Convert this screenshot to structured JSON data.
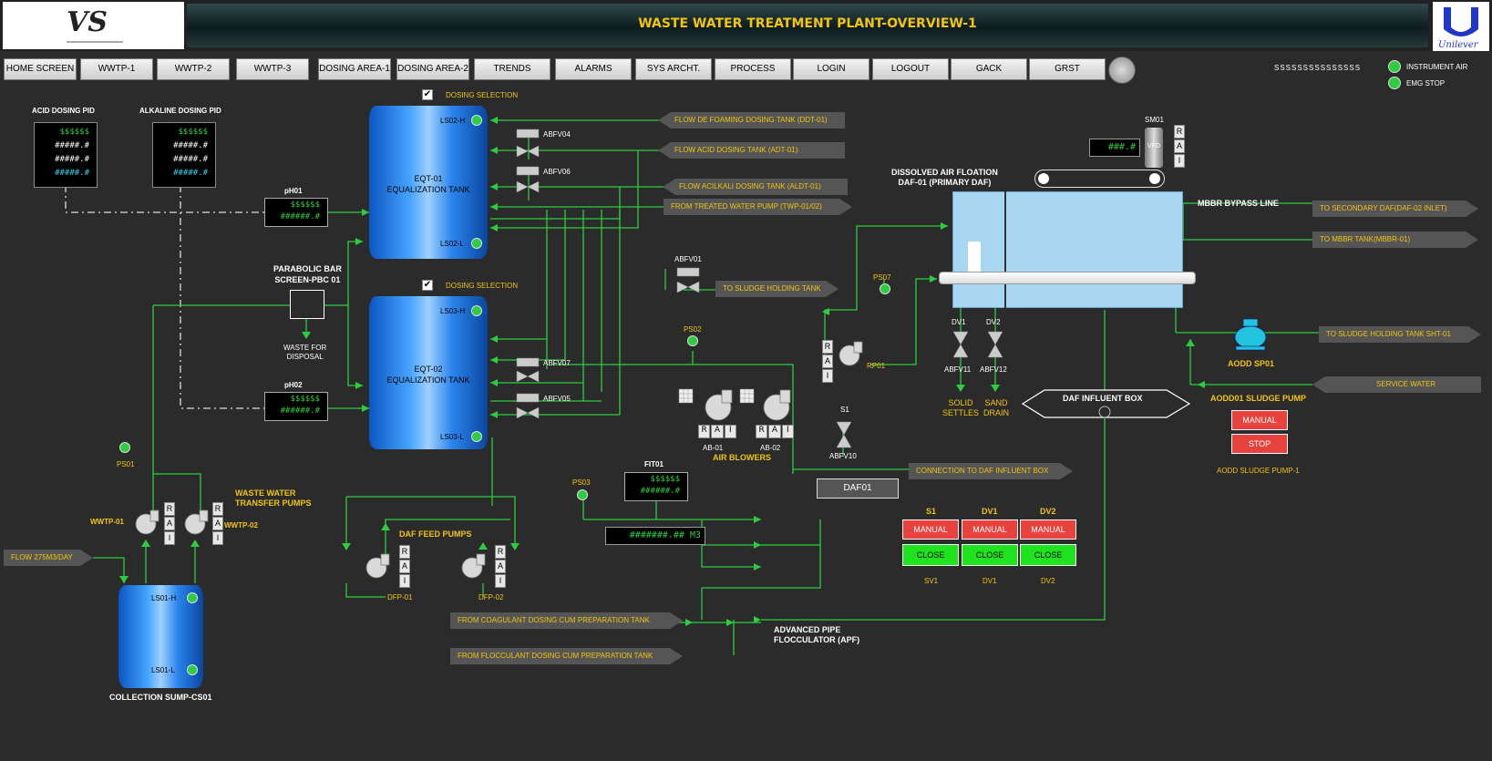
{
  "header": {
    "title": "WASTE WATER TREATMENT PLANT-OVERVIEW-1",
    "left_logo_text": "VS",
    "right_logo_text": "Unilever"
  },
  "nav": [
    {
      "label": "HOME SCREEN"
    },
    {
      "label": "WWTP-1"
    },
    {
      "label": "WWTP-2"
    },
    {
      "label": "WWTP-3"
    },
    {
      "label": "DOSING AREA-1"
    },
    {
      "label": "DOSING AREA-2"
    },
    {
      "label": "TRENDS"
    },
    {
      "label": "ALARMS"
    },
    {
      "label": "SYS ARCHT."
    },
    {
      "label": "PROCESS"
    },
    {
      "label": "LOGIN"
    },
    {
      "label": "LOGOUT"
    },
    {
      "label": "GACK"
    },
    {
      "label": "GRST"
    }
  ],
  "status": {
    "s_string": "SSSSSSSSSSSSSSS",
    "instrument_air": "INSTRUMENT AIR",
    "emg_stop": "EMG STOP"
  },
  "pid": {
    "acid_title": "ACID DOSING PID",
    "alkaline_title": "ALKALINE DOSING PID",
    "val_dollar": "$$$$$$",
    "val_hash": "#####.#"
  },
  "ph": {
    "ph01": "pH01",
    "ph02": "pH02",
    "dollar": "$$$$$$",
    "hash": "######.#"
  },
  "dosing_selection": "DOSING SELECTION",
  "tanks": {
    "eqt01": {
      "name": "EQT-01\nEQUALIZATION TANK",
      "h": "LS02-H",
      "l": "LS02-L"
    },
    "eqt02": {
      "name": "EQT-02\nEQUALIZATION TANK",
      "h": "LS03-H",
      "l": "LS03-L"
    },
    "sump": {
      "name": "COLLECTION SUMP-CS01",
      "h": "LS01-H",
      "l": "LS01-L"
    }
  },
  "valves": {
    "abfv04": "ABFV04",
    "abfv06": "ABFV06",
    "abfv07": "ABFV07",
    "abfv05": "ABFV05",
    "abfv01": "ABFV01",
    "abfv10": "ABFV10",
    "abfv11": "ABFV11",
    "abfv12": "ABFV12",
    "dv1": "DV1",
    "dv2": "DV2",
    "s1": "S1"
  },
  "flows_in": {
    "defoaming": "FLOW DE FOAMING DOSING TANK (DDT-01)",
    "acid": "FLOW ACID DOSING TANK (ADT-01)",
    "alkali": "FLOW ACILKALI DOSING TANK (ALDT-01)",
    "treated": "FROM TREATED WATER PUMP (TWP-01/02)",
    "sludge_holding": "TO SLUDGE HOLDING TANK",
    "daf_influent": "CONNECTION TO DAF INFLUENT BOX",
    "coagulant": "FROM COAGULANT DOSING CUM PREPARATION TANK",
    "flocculant": "FROM FLOCCULANT DOSING CUM PREPARATION TANK",
    "flow_in": "FLOW 275M3/DAY",
    "secondary_daf": "TO SECONDARY DAF(DAF-02 INLET)",
    "mbbr_tank": "TO MBBR TANK(MBBR-01)",
    "sludge_tank_sht": "TO SLUDGE HOLDING TANK SHT-01",
    "service_water": "SERVICE WATER"
  },
  "bar_screen": {
    "title": "PARABOLIC BAR\nSCREEN-PBC 01",
    "waste": "WASTE FOR\nDISPOSAL"
  },
  "pressure": {
    "ps01": "PS01",
    "ps02": "PS02",
    "ps03": "PS03",
    "ps07": "PS07"
  },
  "pumps": {
    "transfer_title": "WASTE WATER\nTRANSFER PUMPS",
    "wwtp01": "WWTP-01",
    "wwtp02": "WWTP-02",
    "daf_feed_title": "DAF FEED PUMPS",
    "dfp01": "DFP-01",
    "dfp02": "DFP-02",
    "rp01": "RP01",
    "aodd_title": "AODD01 SLUDGE PUMP",
    "aodd_sp01": "AODD SP01",
    "aodd_caption": "AODD SLUDGE PUMP-1"
  },
  "blowers": {
    "ab01": "AB-01",
    "ab02": "AB-02",
    "title": "AIR BLOWERS"
  },
  "fit": {
    "tag": "FIT01",
    "dollar": "$$$$$$",
    "hash": "######.#",
    "total": "#######.## M3"
  },
  "daf": {
    "title": "DISSOLVED AIR FLOATION\nDAF-01 (PRIMARY DAF)",
    "sm01": "SM01",
    "vfd": "VFD",
    "speed": "###.#",
    "mbbr_bypass": "MBBR BYPASS LINE",
    "influent_box": "DAF INFLUENT BOX",
    "daf01_btn": "DAF01",
    "solid": "SOLID\nSETTLES",
    "sand": "SAND\nDRAIN"
  },
  "apf": "ADVANCED PIPE\nFLOCCULATOR (APF)",
  "rai": {
    "r": "R",
    "a": "A",
    "i": "I"
  },
  "modes": {
    "s1": {
      "title": "S1",
      "mode": "MANUAL",
      "state": "CLOSE",
      "foot": "SV1"
    },
    "dv1": {
      "title": "DV1",
      "mode": "MANUAL",
      "state": "CLOSE",
      "foot": "DV1"
    },
    "dv2": {
      "title": "DV2",
      "mode": "MANUAL",
      "state": "CLOSE",
      "foot": "DV2"
    }
  },
  "aodd_controls": {
    "manual": "MANUAL",
    "stop": "STOP"
  }
}
